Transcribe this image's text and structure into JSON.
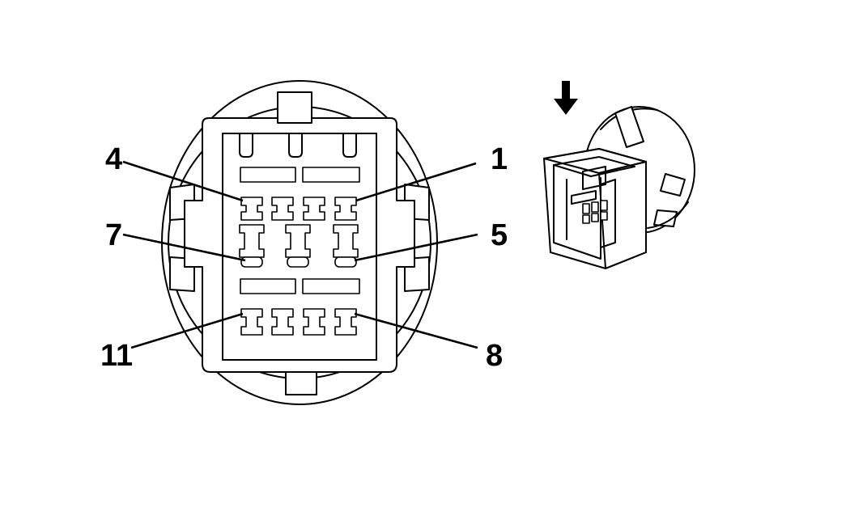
{
  "labels": {
    "pin_4": "4",
    "pin_1": "1",
    "pin_7": "7",
    "pin_5": "5",
    "pin_11": "11",
    "pin_8": "8"
  },
  "icons": {
    "view_arrow": "down-arrow-icon"
  },
  "colors": {
    "line": "#000000",
    "background": "#ffffff"
  }
}
